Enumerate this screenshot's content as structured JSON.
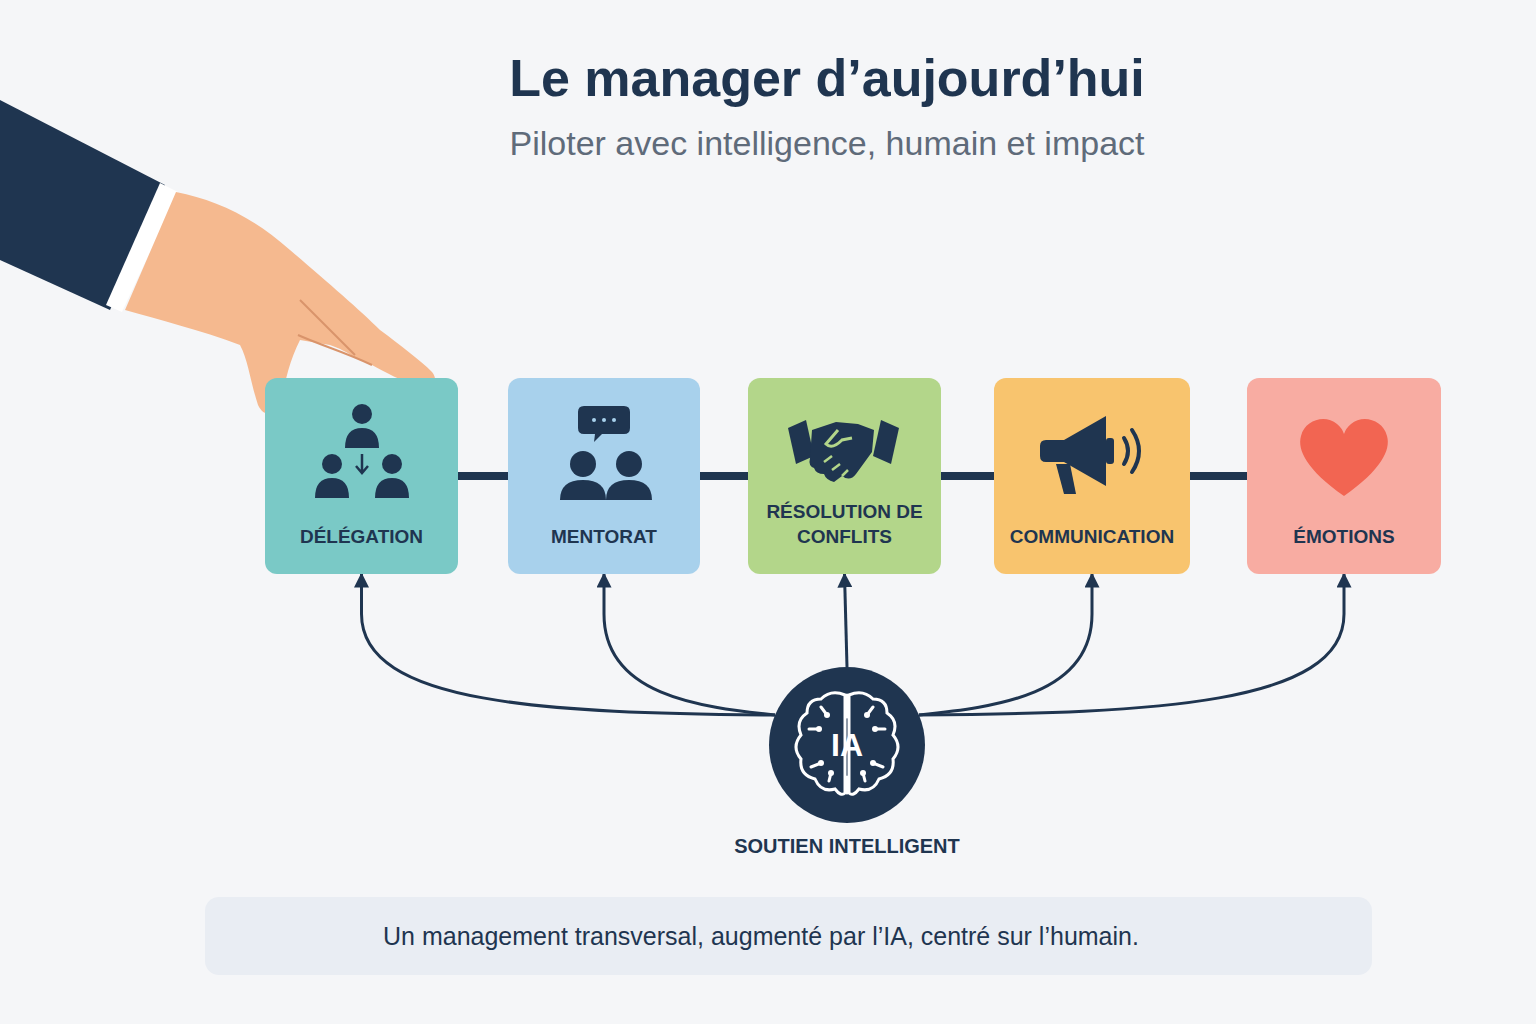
{
  "diagram": {
    "title": "Le manager d’aujourd’hui",
    "nodes": [
      {
        "text": [
          "DÉLÉGATION"
        ]
      },
      {
        "text": [
          "MENTORAT"
        ]
      },
      {
        "text": [
          "RÉSOLUTION DE CONFLITS"
        ]
      },
      {
        "text": [
          "COMMUNICATION"
        ]
      },
      {
        "text": [
          "ÉMOTIONS"
        ]
      },
      {
        "text": [
          "IA",
          "SOUTIEN INTELLIGENT"
        ]
      },
      {
        "text": [
          "Un management transversal, augmenté par l’IA, centré sur l’humain."
        ]
      }
    ],
    "edges": [
      {
        "from": 0,
        "to": 1,
        "arrow": "none"
      },
      {
        "from": 1,
        "to": 2,
        "arrow": "none"
      },
      {
        "from": 2,
        "to": 3,
        "arrow": "none"
      },
      {
        "from": 3,
        "to": 4,
        "arrow": "none"
      },
      {
        "from": 5,
        "to": 0,
        "arrow": "to"
      },
      {
        "from": 5,
        "to": 1,
        "arrow": "to"
      },
      {
        "from": 5,
        "to": 2,
        "arrow": "to"
      },
      {
        "from": 5,
        "to": 3,
        "arrow": "to"
      },
      {
        "from": 5,
        "to": 4,
        "arrow": "to"
      }
    ],
    "labels": [
      "Piloter avec intelligence, humain et impact"
    ]
  }
}
